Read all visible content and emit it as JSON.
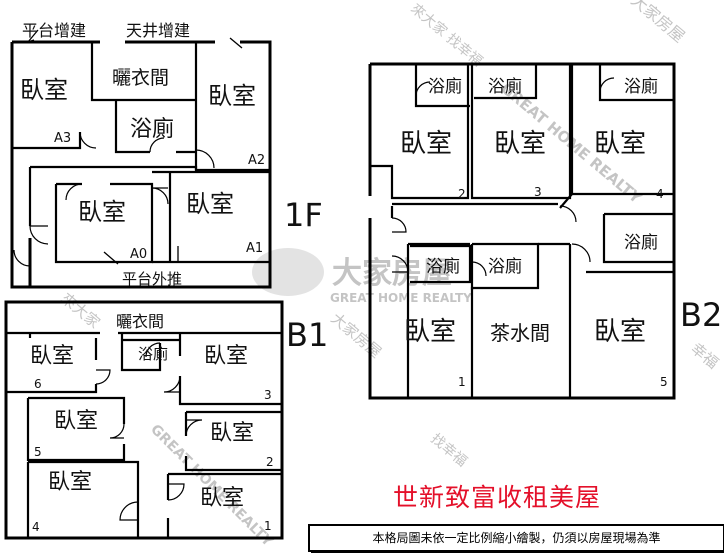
{
  "plan_1f": {
    "label": "1F",
    "annotations": {
      "platform_addition": "平台增建",
      "atrium_addition": "天井增建",
      "platform_push": "平台外推"
    },
    "rooms": {
      "a3_bedroom": "臥室",
      "a3_code": "A3",
      "drying_room": "曬衣間",
      "bathroom": "浴廁",
      "a2_bedroom": "臥室",
      "a2_code": "A2",
      "a0_bedroom": "臥室",
      "a0_code": "A0",
      "a1_bedroom": "臥室",
      "a1_code": "A1"
    }
  },
  "plan_b1": {
    "label": "B1",
    "rooms": {
      "drying_room": "曬衣間",
      "bedroom_6": "臥室",
      "num_6": "6",
      "bathroom": "浴廁",
      "bedroom_3": "臥室",
      "num_3": "3",
      "bedroom_5": "臥室",
      "num_5": "5",
      "bedroom_2": "臥室",
      "num_2": "2",
      "bedroom_4": "臥室",
      "num_4": "4",
      "bedroom_1": "臥室",
      "num_1": "1"
    }
  },
  "plan_b2": {
    "label": "B2",
    "rooms": {
      "bath_2": "浴廁",
      "bath_3": "浴廁",
      "bath_4": "浴廁",
      "bedroom_2": "臥室",
      "num_2": "2",
      "bedroom_3": "臥室",
      "num_3": "3",
      "bedroom_4": "臥室",
      "num_4": "4",
      "bath_1": "浴廁",
      "bath_mid": "浴廁",
      "bath_5": "浴廁",
      "bedroom_1": "臥室",
      "num_1": "1",
      "tea_room": "茶水間",
      "bedroom_5": "臥室",
      "num_5": "5"
    }
  },
  "watermark": {
    "brand_cn": "大家房屋",
    "brand_en": "GREAT HOME REALTY",
    "diag_a": "GREAT HOME REALTY",
    "diag_b": "來大家 找幸福",
    "diag_c": "大家房屋",
    "diag_d": "幸福",
    "diag_e": "來大家",
    "diag_f": "找幸福"
  },
  "listing_title": "世新致富收租美屋",
  "disclaimer": "本格局圖未依一定比例縮小繪製，仍須以房屋現場為準"
}
